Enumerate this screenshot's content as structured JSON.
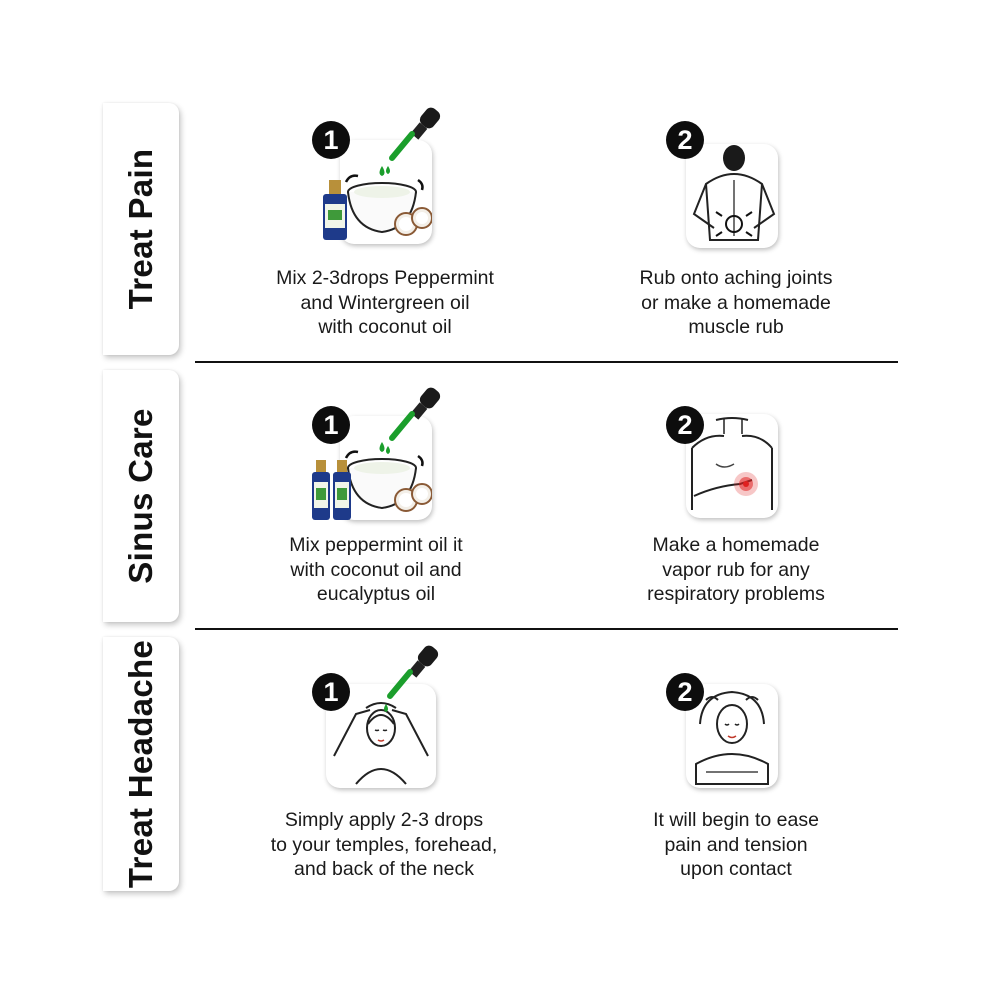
{
  "colors": {
    "oil_green": "#1b9e2c",
    "badge": "#0d0d0d",
    "bottle_blue": "#1e3a8a",
    "pain_red": "#e02020"
  },
  "sections": [
    {
      "title": "Treat Pain",
      "steps": [
        {
          "number": "1",
          "icon": "oil-bowl-coconut-icon",
          "caption": [
            "Mix 2-3drops Peppermint",
            "and Wintergreen oil",
            "with coconut oil"
          ]
        },
        {
          "number": "2",
          "icon": "back-rub-icon",
          "caption": [
            "Rub onto aching joints",
            "or make a homemade",
            "muscle rub"
          ]
        }
      ]
    },
    {
      "title": "Sinus Care",
      "steps": [
        {
          "number": "1",
          "icon": "oil-bowl-coconut-icon",
          "caption": [
            "Mix peppermint oil it",
            "with coconut oil and",
            "eucalyptus oil"
          ]
        },
        {
          "number": "2",
          "icon": "chest-rub-icon",
          "caption": [
            "Make a homemade",
            "vapor rub for any",
            "respiratory problems"
          ]
        }
      ]
    },
    {
      "title": "Treat Headache",
      "steps": [
        {
          "number": "1",
          "icon": "head-drops-icon",
          "caption": [
            "Simply apply 2-3 drops",
            "to your temples, forehead,",
            "and back of the neck"
          ]
        },
        {
          "number": "2",
          "icon": "head-massage-icon",
          "caption": [
            "It will begin to ease",
            "pain and tension",
            "upon contact"
          ]
        }
      ]
    }
  ]
}
